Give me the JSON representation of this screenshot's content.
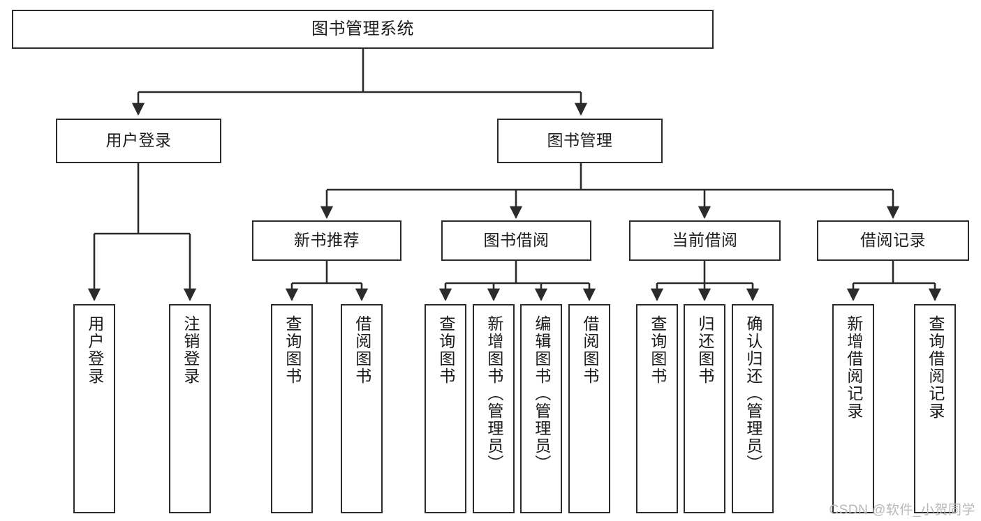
{
  "diagram": {
    "title": "图书管理系统",
    "watermark": "CSDN @软件_小贺同学",
    "stroke_color": "#2b2b2b",
    "fill_color": "#ffffff",
    "text_color": "#1b1b1b",
    "watermark_color": "#b8b8b8",
    "type": "tree",
    "orientation": "top-down"
  },
  "nodes": {
    "root": {
      "label": "图书管理系统"
    },
    "level2": [
      {
        "id": "user-login",
        "label": "用户登录"
      },
      {
        "id": "book-manage",
        "label": "图书管理"
      }
    ],
    "level3": [
      {
        "id": "new-book-recommend",
        "label": "新书推荐"
      },
      {
        "id": "book-borrow",
        "label": "图书借阅"
      },
      {
        "id": "current-borrow",
        "label": "当前借阅"
      },
      {
        "id": "borrow-record",
        "label": "借阅记录"
      }
    ],
    "leaves": [
      {
        "id": "leaf-user-login",
        "label": "用户登录",
        "parent": "user-login"
      },
      {
        "id": "leaf-logout",
        "label": "注销登录",
        "parent": "user-login"
      },
      {
        "id": "leaf-query-books-1",
        "label": "查询图书",
        "parent": "new-book-recommend"
      },
      {
        "id": "leaf-borrow-books-1",
        "label": "借阅图书",
        "parent": "new-book-recommend"
      },
      {
        "id": "leaf-query-books-2",
        "label": "查询图书",
        "parent": "book-borrow"
      },
      {
        "id": "leaf-add-book",
        "label": "新增图书（管理员）",
        "parent": "book-borrow"
      },
      {
        "id": "leaf-edit-book",
        "label": "编辑图书（管理员）",
        "parent": "book-borrow"
      },
      {
        "id": "leaf-borrow-books-2",
        "label": "借阅图书",
        "parent": "book-borrow"
      },
      {
        "id": "leaf-query-books-3",
        "label": "查询图书",
        "parent": "current-borrow"
      },
      {
        "id": "leaf-return-books",
        "label": "归还图书",
        "parent": "current-borrow"
      },
      {
        "id": "leaf-confirm-return",
        "label": "确认归还（管理员）",
        "parent": "current-borrow"
      },
      {
        "id": "leaf-add-record",
        "label": "新增借阅记录",
        "parent": "borrow-record"
      },
      {
        "id": "leaf-query-record",
        "label": "查询借阅记录",
        "parent": "borrow-record"
      }
    ]
  }
}
